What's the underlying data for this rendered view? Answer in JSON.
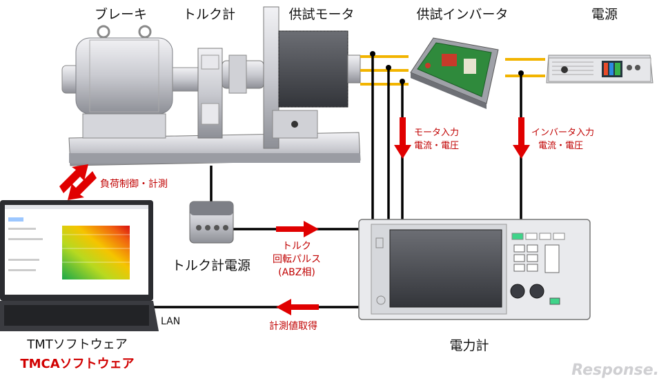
{
  "labels": {
    "brake": "ブレーキ",
    "torque_meter": "トルク計",
    "test_motor": "供試モータ",
    "test_inverter": "供試インバータ",
    "power_supply": "電源",
    "load_control": "負荷制御・計測",
    "motor_input_1": "モータ入力",
    "motor_input_2": "電流・電圧",
    "inverter_input_1": "インバータ入力",
    "inverter_input_2": "電流・電圧",
    "torque_power": "トルク計電源",
    "pulse_1": "トルク",
    "pulse_2": "回転パルス",
    "pulse_3": "(ABZ相)",
    "measure_get": "計測値取得",
    "lan": "LAN",
    "tmt_software": "TMTソフトウェア",
    "tmca_software": "TMCAソフトウェア",
    "power_meter": "電力計",
    "watermark": "Response."
  },
  "colors": {
    "arrow_red": "#e00000",
    "phase_line_yellow": "#f2b400",
    "tmca_text": "#d10000",
    "cable": "#000000"
  }
}
